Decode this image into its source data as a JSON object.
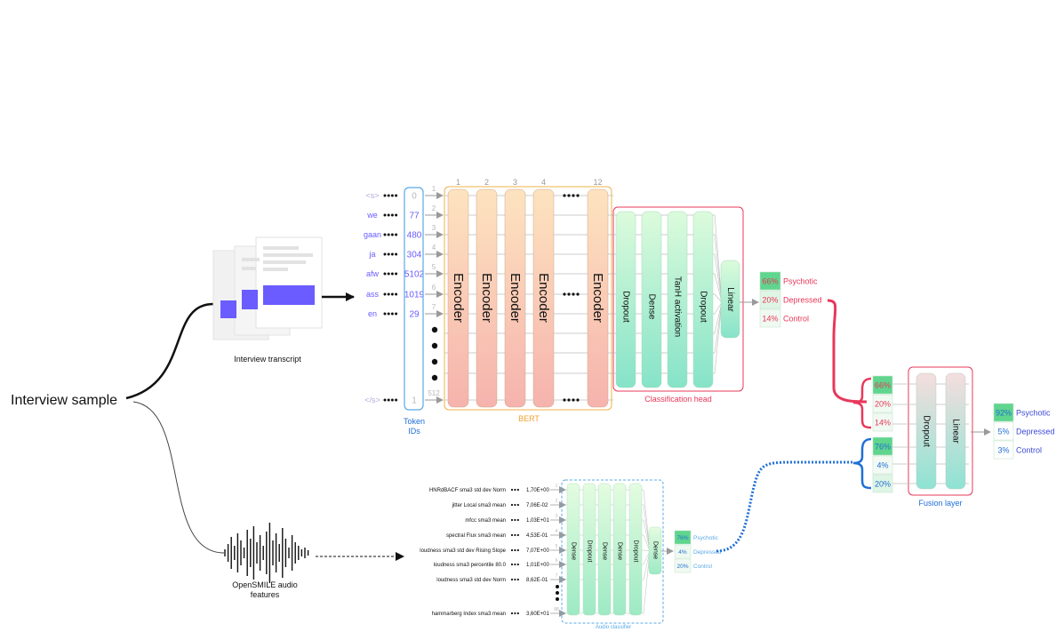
{
  "title": "Interview sample",
  "transcript_label": "Interview transcript",
  "audio_label_lines": [
    "OpenSMILE audio",
    "features"
  ],
  "tokens": [
    {
      "word": "<s>",
      "id": "0",
      "pos": "1"
    },
    {
      "word": "we",
      "id": "77",
      "pos": "2"
    },
    {
      "word": "gaan",
      "id": "480",
      "pos": "3"
    },
    {
      "word": "ja",
      "id": "304",
      "pos": "4"
    },
    {
      "word": "afw",
      "id": "5102",
      "pos": "5"
    },
    {
      "word": "ass",
      "id": "1019",
      "pos": "6"
    },
    {
      "word": "en",
      "id": "29",
      "pos": "7"
    },
    {
      "word": "</s>",
      "id": "1",
      "pos": "512"
    }
  ],
  "token_ids_label_lines": [
    "Token",
    "IDs"
  ],
  "bert": {
    "label": "BERT",
    "encoder_label": "Encoder",
    "layer_numbers": [
      "1",
      "2",
      "3",
      "4",
      "12"
    ]
  },
  "classification_head": {
    "label": "Classification head",
    "layers": [
      "Dropout",
      "Dense",
      "TanH activation",
      "Dropout",
      "Linear"
    ]
  },
  "text_output": [
    {
      "pct": "66%",
      "label": "Psychotic"
    },
    {
      "pct": "20%",
      "label": "Depressed"
    },
    {
      "pct": "14%",
      "label": "Control"
    }
  ],
  "audio_features": [
    {
      "name": "HNRdBACF sma3 std dev Norm",
      "value": "1,70E+00",
      "pos": "1"
    },
    {
      "name": "jitter Local sma3 mean",
      "value": "7,06E-02",
      "pos": "2"
    },
    {
      "name": "mfcc sma3 mean",
      "value": "1,03E+01",
      "pos": "3"
    },
    {
      "name": "spectral Flux sma3 mean",
      "value": "4,53E-01",
      "pos": "4"
    },
    {
      "name": "loudness sma3 std dev Rising Slope",
      "value": "7,07E+00",
      "pos": "5"
    },
    {
      "name": "loudness sma3 percentile 80.0",
      "value": "1,01E+00",
      "pos": "6"
    },
    {
      "name": "loudness sma3 std dev Norm",
      "value": "8,62E-01",
      "pos": "7"
    },
    {
      "name": "hammarberg Index sma3 mean",
      "value": "3,60E+01",
      "pos": "88"
    }
  ],
  "audio_classifier": {
    "label": "Audio classifier",
    "layers": [
      "Dense",
      "Dropout",
      "Dense",
      "Dense",
      "Dropout",
      "Dense"
    ]
  },
  "audio_output": [
    {
      "pct": "76%",
      "label": "Psychotic"
    },
    {
      "pct": "4%",
      "label": "Depressed"
    },
    {
      "pct": "20%",
      "label": "Control"
    }
  ],
  "fusion": {
    "label": "Fusion layer",
    "text_inputs": [
      "66%",
      "20%",
      "14%"
    ],
    "audio_inputs": [
      "76%",
      "4%",
      "20%"
    ],
    "layers": [
      "Dropout",
      "Linear"
    ]
  },
  "final_output": [
    {
      "pct": "92%",
      "label": "Psychotic"
    },
    {
      "pct": "5%",
      "label": "Depressed"
    },
    {
      "pct": "3%",
      "label": "Control"
    }
  ],
  "colors": {
    "text_red": "#e8385a",
    "audio_blue": "#1f6fd6",
    "token_purple": "#6a5cff",
    "bert_orange": "#f0a030",
    "green_top": "#58d68d"
  }
}
